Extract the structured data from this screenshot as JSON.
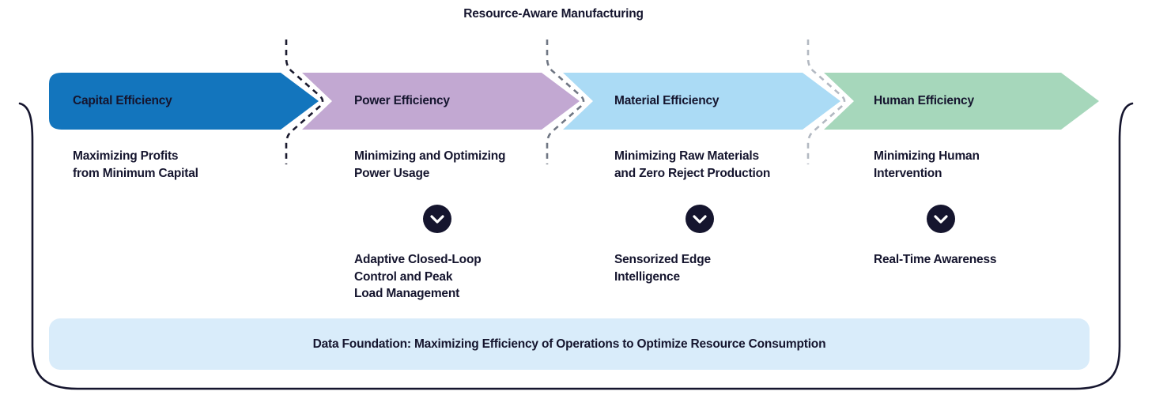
{
  "title": "Resource-Aware Manufacturing",
  "colors": {
    "text": "#15152e",
    "bracket": "#15152e",
    "circle": "#15152e",
    "divider_1": "#1a1a2e",
    "divider_2": "#6f7683",
    "divider_3": "#b3b9c2",
    "arrow_outline": "#ffffff"
  },
  "stages": [
    {
      "label": "Capital Efficiency",
      "description": "Maximizing Profits\nfrom Minimum Capital",
      "color": "#1375bd"
    },
    {
      "label": "Power Efficiency",
      "description": "Minimizing and Optimizing\nPower Usage",
      "enabler": "Adaptive Closed-Loop\nControl and Peak\nLoad Management",
      "color": "#c2a8d2"
    },
    {
      "label": "Material Efficiency",
      "description": "Minimizing Raw Materials\nand Zero Reject Production",
      "enabler": "Sensorized Edge\nIntelligence",
      "color": "#abdbf5"
    },
    {
      "label": "Human Efficiency",
      "description": "Minimizing Human\nIntervention",
      "enabler": "Real-Time Awareness",
      "color": "#a6d7bb"
    }
  ],
  "foundation": {
    "label": "Data Foundation: Maximizing Efficiency of Operations to Optimize Resource Consumption",
    "color": "#d9ecfa"
  },
  "icons": {
    "step_marker": "chevron-down"
  }
}
